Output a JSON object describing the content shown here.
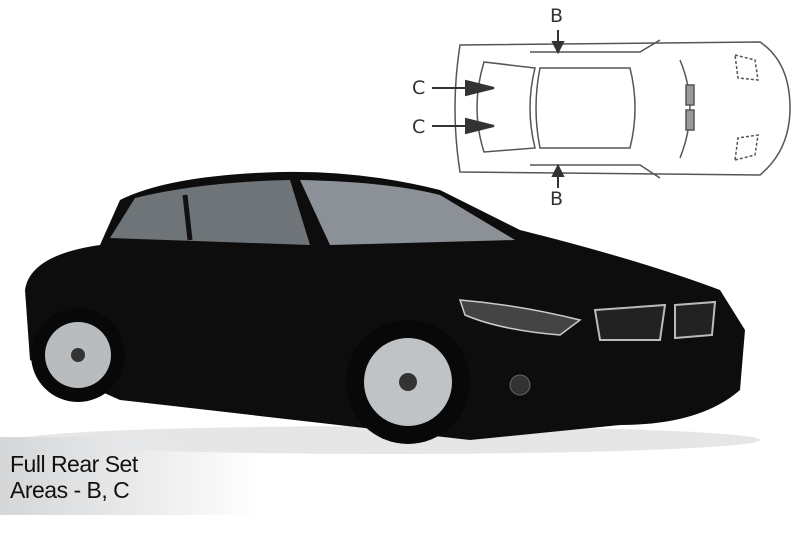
{
  "diagram": {
    "labels": {
      "b_top": "B",
      "b_bottom": "B",
      "c_upper": "C",
      "c_lower": "C"
    }
  },
  "caption": {
    "line1": "Full Rear Set",
    "line2": "Areas - B, C"
  },
  "colors": {
    "car_body": "#0d0d0d",
    "outline": "#555555"
  }
}
